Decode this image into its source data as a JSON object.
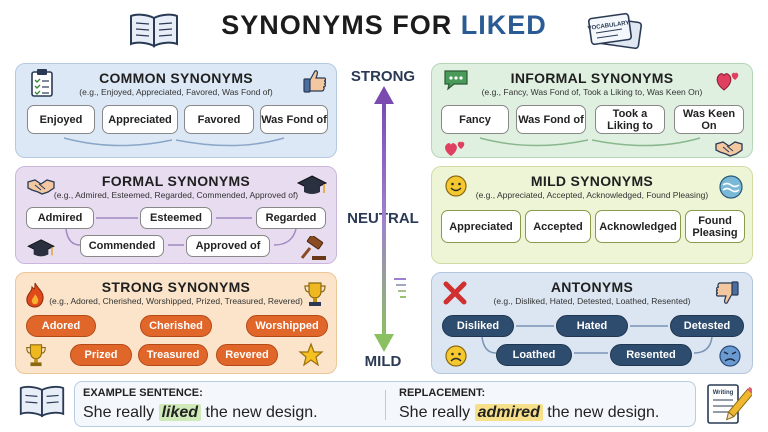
{
  "title": {
    "prefix": "SYNONYMS FOR ",
    "accent": "LIKED"
  },
  "scale": {
    "top": "STRONG",
    "middle": "NEUTRAL",
    "bottom": "MILD"
  },
  "panels": {
    "common": {
      "title": "COMMON SYNONYMS",
      "subtitle": "(e.g., Enjoyed, Appreciated, Favored, Was Fond of)",
      "chips": [
        "Enjoyed",
        "Appreciated",
        "Favored",
        "Was Fond of"
      ]
    },
    "formal": {
      "title": "FORMAL SYNONYMS",
      "subtitle": "(e.g., Admired, Esteemed, Regarded, Commended, Approved of)",
      "chips": [
        "Admired",
        "Esteemed",
        "Regarded",
        "Commended",
        "Approved of"
      ]
    },
    "strong": {
      "title": "STRONG SYNONYMS",
      "subtitle": "(e.g., Adored, Cherished, Worshipped, Prized, Treasured, Revered)",
      "chips": [
        "Adored",
        "Cherished",
        "Worshipped",
        "Prized",
        "Treasured",
        "Revered"
      ]
    },
    "informal": {
      "title": "INFORMAL SYNONYMS",
      "subtitle": "(e.g., Fancy, Was Fond of, Took a Liking to, Was Keen On)",
      "chips": [
        "Fancy",
        "Was Fond of",
        "Took a Liking to",
        "Was Keen On"
      ]
    },
    "mild": {
      "title": "MILD SYNONYMS",
      "subtitle": "(e.g., Appreciated, Accepted, Acknowledged, Found Pleasing)",
      "chips": [
        "Appreciated",
        "Accepted",
        "Acknowledged",
        "Found Pleasing"
      ]
    },
    "antonyms": {
      "title": "ANTONYMS",
      "subtitle": "(e.g., Disliked, Hated, Detested, Loathed, Resented)",
      "chips": [
        "Disliked",
        "Hated",
        "Detested",
        "Loathed",
        "Resented"
      ]
    }
  },
  "example": {
    "label": "EXAMPLE SENTENCE:",
    "before": "She really ",
    "word": "liked",
    "after": " the new design."
  },
  "replacement": {
    "label": "REPLACEMENT:",
    "before": "She really ",
    "word": "admired",
    "after": " the new design."
  },
  "icons": {
    "vocab_card": "VOCABULARY",
    "writing_pad": "Writing"
  }
}
